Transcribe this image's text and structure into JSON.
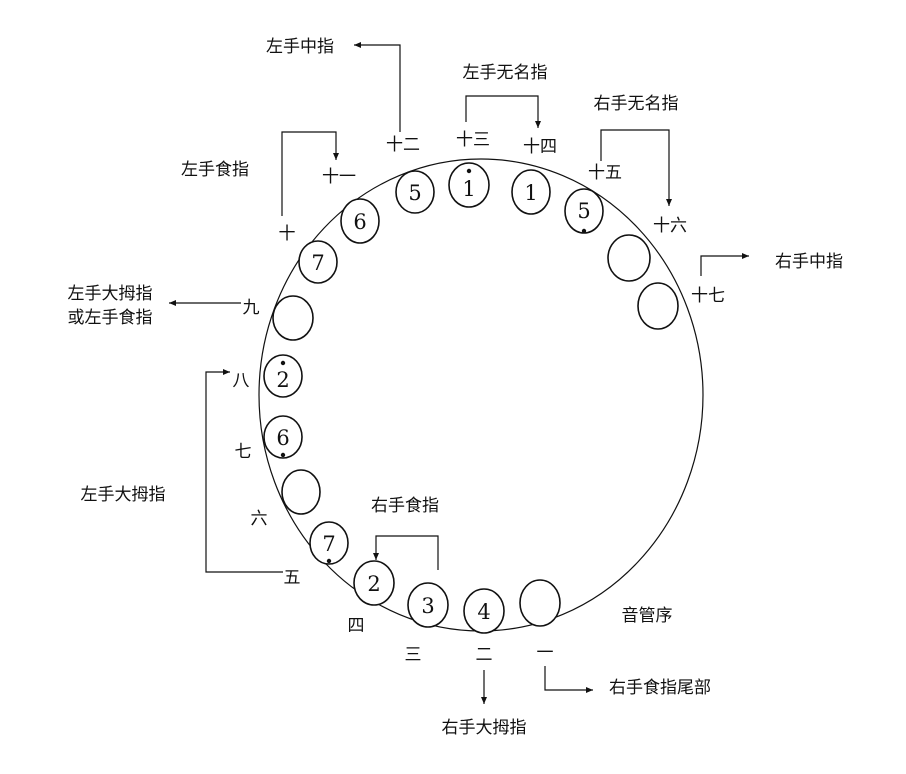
{
  "caption": "音管序",
  "holes": [
    {
      "order": "一",
      "note": "",
      "dot": ""
    },
    {
      "order": "二",
      "note": "4",
      "dot": ""
    },
    {
      "order": "三",
      "note": "3",
      "dot": ""
    },
    {
      "order": "四",
      "note": "2",
      "dot": ""
    },
    {
      "order": "五",
      "note": "7",
      "dot": "below"
    },
    {
      "order": "六",
      "note": "",
      "dot": ""
    },
    {
      "order": "七",
      "note": "6",
      "dot": "below"
    },
    {
      "order": "八",
      "note": "2",
      "dot": "above"
    },
    {
      "order": "九",
      "note": "",
      "dot": ""
    },
    {
      "order": "十",
      "note": "7",
      "dot": ""
    },
    {
      "order": "十一",
      "note": "6",
      "dot": ""
    },
    {
      "order": "十二",
      "note": "5",
      "dot": ""
    },
    {
      "order": "十三",
      "note": "1",
      "dot": "above"
    },
    {
      "order": "十四",
      "note": "1",
      "dot": ""
    },
    {
      "order": "十五",
      "note": "5",
      "dot": "below"
    },
    {
      "order": "十六",
      "note": "",
      "dot": ""
    },
    {
      "order": "十七",
      "note": "",
      "dot": ""
    }
  ],
  "fingers": {
    "left_middle": "左手中指",
    "left_ring": "左手无名指",
    "right_ring": "右手无名指",
    "left_index": "左手食指",
    "right_middle": "右手中指",
    "left_thumb_or_index_1": "左手大拇指",
    "left_thumb_or_index_2": "或左手食指",
    "left_thumb": "左手大拇指",
    "right_index": "右手食指",
    "right_index_tail": "右手食指尾部",
    "right_thumb": "右手大拇指"
  }
}
